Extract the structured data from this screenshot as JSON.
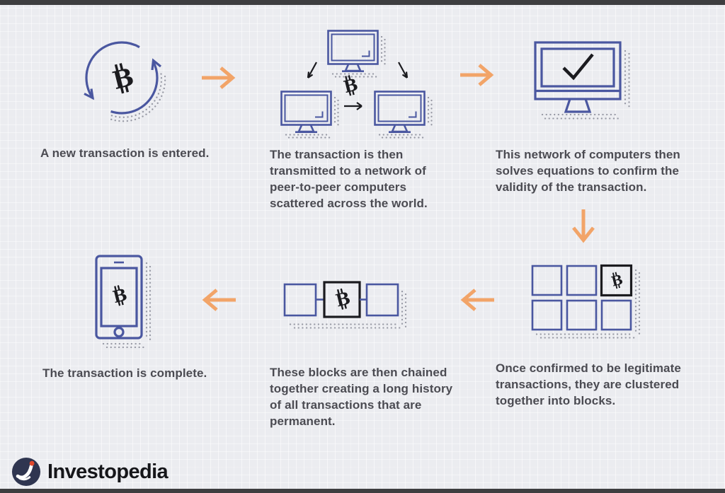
{
  "colors": {
    "outline_blue": "#4a57a0",
    "arrow_orange": "#f2a468",
    "ink_black": "#1b1b1f",
    "text_gray": "#4b4b52",
    "shadow_dot": "#989aa5",
    "edge_bar": "#3e3e40",
    "logo_navy": "#2f3550",
    "logo_red": "#e0472c"
  },
  "glyphs": {
    "bitcoin_b": "B"
  },
  "steps": [
    {
      "id": 1,
      "icon": "bitcoin-cycle-icon",
      "caption": "A new transaction is entered."
    },
    {
      "id": 2,
      "icon": "peer-network-icon",
      "caption": "The transaction is then\ntransmitted to a network of\npeer-to-peer computers\nscattered across the world."
    },
    {
      "id": 3,
      "icon": "monitor-checkmark-icon",
      "caption": "This network of computers then\nsolves equations to confirm the\nvalidity of the transaction."
    },
    {
      "id": 4,
      "icon": "blocks-grid-icon",
      "caption": "Once confirmed to be legitimate\ntransactions, they are clustered\ntogether into blocks."
    },
    {
      "id": 5,
      "icon": "blockchain-icon",
      "caption": "These blocks are then chained\ntogether creating a long history\nof all transactions that are\npermanent."
    },
    {
      "id": 6,
      "icon": "smartphone-bitcoin-icon",
      "caption": "The transaction is complete."
    }
  ],
  "footer": {
    "brand": "Investopedia"
  }
}
